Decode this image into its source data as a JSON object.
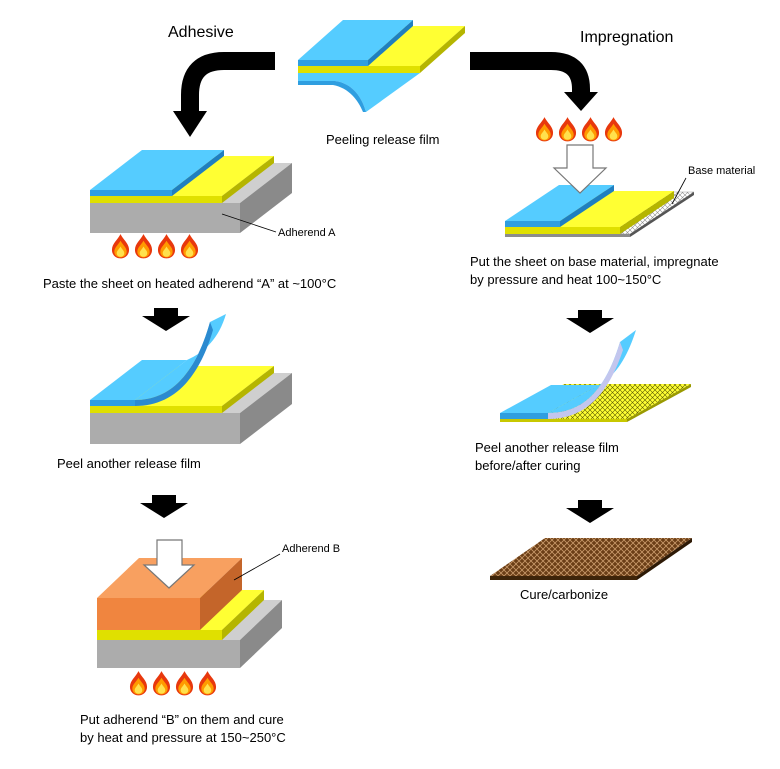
{
  "sections": {
    "adhesive_title": "Adhesive",
    "impregnation_title": "Impregnation"
  },
  "start": {
    "caption": "Peeling release film"
  },
  "adhesive": {
    "step1": {
      "adherend_label": "Adherend A",
      "caption": "Paste the sheet on heated adherend “A” at ~100°C"
    },
    "step2": {
      "caption": "Peel another release film"
    },
    "step3": {
      "adherend_label": "Adherend B",
      "caption_lines": [
        "Put adherend “B” on them and cure",
        "by heat and pressure at 150~250°C"
      ]
    }
  },
  "impregnation": {
    "step1": {
      "base_label": "Base material",
      "caption_lines": [
        "Put the sheet on base material, impregnate",
        "by pressure and heat 100~150°C"
      ]
    },
    "step2": {
      "caption_lines": [
        "Peel another release film",
        "before/after curing"
      ]
    },
    "step3": {
      "caption": "Cure/carbonize"
    }
  },
  "colors": {
    "release_film": "#55ccff",
    "adhesive_sheet": "#ffff33",
    "adherend_a": "#cfcfcf",
    "adherend_b": "#f8a060",
    "base_material": "#ffffff",
    "carbonized": "#6b3e16",
    "heat": "#e8380d",
    "arrow": "#000000"
  },
  "icons": {
    "heat": "flame-icon",
    "next_step": "down-arrow-icon",
    "pressure": "press-arrow-icon",
    "branch": "curved-arrow-icon"
  }
}
